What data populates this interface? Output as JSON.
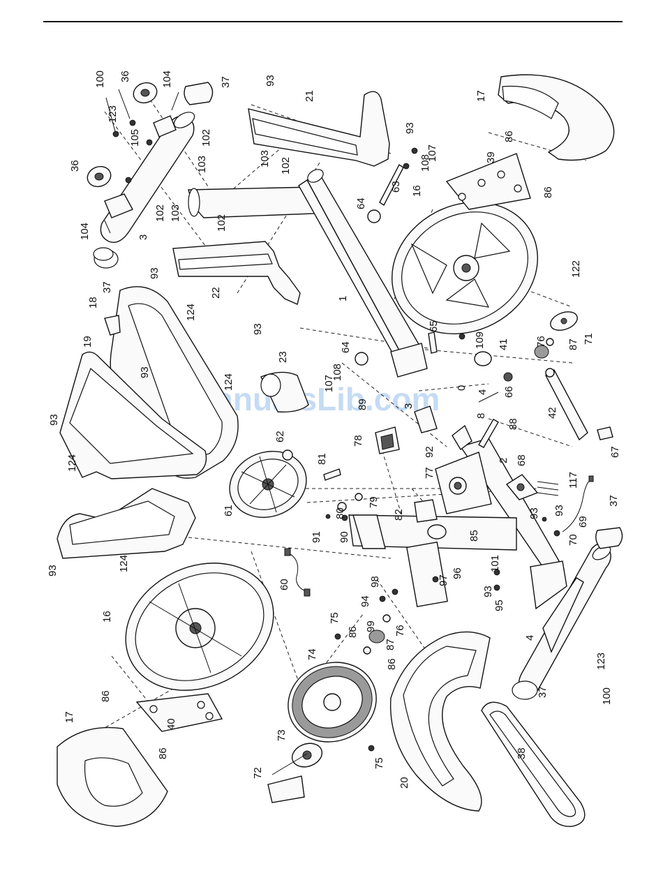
{
  "watermark": "ManualsLib.com",
  "callouts": [
    "100",
    "36",
    "104",
    "37",
    "123",
    "105",
    "93",
    "21",
    "93",
    "17",
    "107",
    "108",
    "102",
    "103",
    "102",
    "103",
    "36",
    "102",
    "103",
    "102",
    "63",
    "64",
    "86",
    "39",
    "16",
    "86",
    "104",
    "3",
    "93",
    "22",
    "1",
    "122",
    "37",
    "18",
    "124",
    "93",
    "65",
    "109",
    "41",
    "76",
    "87",
    "71",
    "19",
    "23",
    "64",
    "108",
    "107",
    "0",
    "66",
    "124",
    "93",
    "89",
    "4",
    "93",
    "8",
    "42",
    "3",
    "88",
    "93",
    "124",
    "62",
    "78",
    "92",
    "2",
    "68",
    "81",
    "77",
    "117",
    "61",
    "79",
    "67",
    "80",
    "82",
    "37",
    "91",
    "90",
    "85",
    "93",
    "69",
    "70",
    "124",
    "60",
    "98",
    "96",
    "97",
    "101",
    "94",
    "93",
    "95",
    "93",
    "75",
    "99",
    "76",
    "86",
    "87",
    "4",
    "16",
    "74",
    "86",
    "123",
    "86",
    "37",
    "100",
    "17",
    "40",
    "73",
    "86",
    "20",
    "38",
    "72",
    "75"
  ]
}
